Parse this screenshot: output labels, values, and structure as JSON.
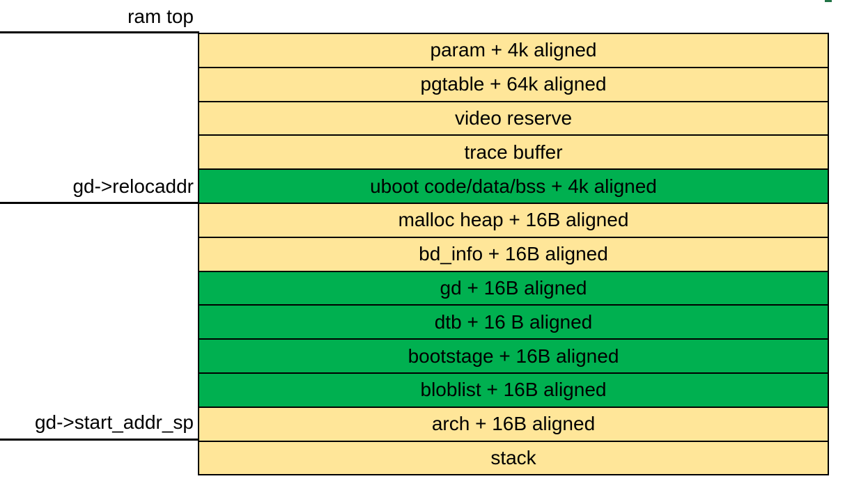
{
  "colors": {
    "yellow": "#FFE699",
    "green": "#00B050"
  },
  "markers": [
    {
      "label": "ram top"
    },
    {
      "label": "gd->relocaddr"
    },
    {
      "label": "gd->start_addr_sp"
    }
  ],
  "regions": [
    {
      "label": "param + 4k aligned",
      "color": "yellow"
    },
    {
      "label": "pgtable + 64k aligned",
      "color": "yellow"
    },
    {
      "label": "video reserve",
      "color": "yellow"
    },
    {
      "label": "trace buffer",
      "color": "yellow"
    },
    {
      "label": "uboot code/data/bss + 4k aligned",
      "color": "green"
    },
    {
      "label": "malloc heap + 16B aligned",
      "color": "yellow"
    },
    {
      "label": "bd_info + 16B aligned",
      "color": "yellow"
    },
    {
      "label": "gd + 16B aligned",
      "color": "green"
    },
    {
      "label": "dtb + 16 B aligned",
      "color": "green"
    },
    {
      "label": "bootstage + 16B aligned",
      "color": "green"
    },
    {
      "label": "bloblist + 16B aligned",
      "color": "green"
    },
    {
      "label": "arch + 16B aligned",
      "color": "yellow"
    },
    {
      "label": "stack",
      "color": "yellow"
    }
  ]
}
